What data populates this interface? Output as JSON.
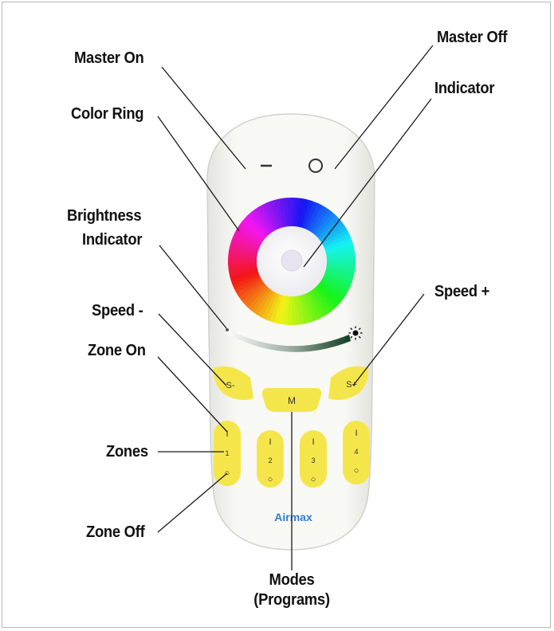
{
  "labels": {
    "master_on": "Master On",
    "master_off": "Master Off",
    "indicator": "Indicator",
    "color_ring": "Color Ring",
    "brightness_1": "Brightness",
    "brightness_2": "Indicator",
    "speed_minus": "Speed -",
    "speed_plus": "Speed +",
    "zone_on": "Zone On",
    "zones": "Zones",
    "zone_off": "Zone Off",
    "modes_1": "Modes",
    "modes_2": "(Programs)"
  },
  "remote": {
    "master_on_symbol": "–",
    "master_off_symbol": "○",
    "brightness_icon": "sun-icon",
    "speed_minus_button": "S-",
    "speed_plus_button": "S+",
    "mode_button": "M",
    "zone_buttons": [
      {
        "on": "I",
        "number": "1",
        "off": "○"
      },
      {
        "on": "I",
        "number": "2",
        "off": "○"
      },
      {
        "on": "I",
        "number": "3",
        "off": "○"
      },
      {
        "on": "I",
        "number": "4",
        "off": "○"
      }
    ],
    "brand": "Airmax"
  },
  "colors": {
    "body": "#f7f7f3",
    "button_yellow": "#f4e64a",
    "brand_blue": "#2f7fd1",
    "leader_line": "#1a1a1a"
  }
}
